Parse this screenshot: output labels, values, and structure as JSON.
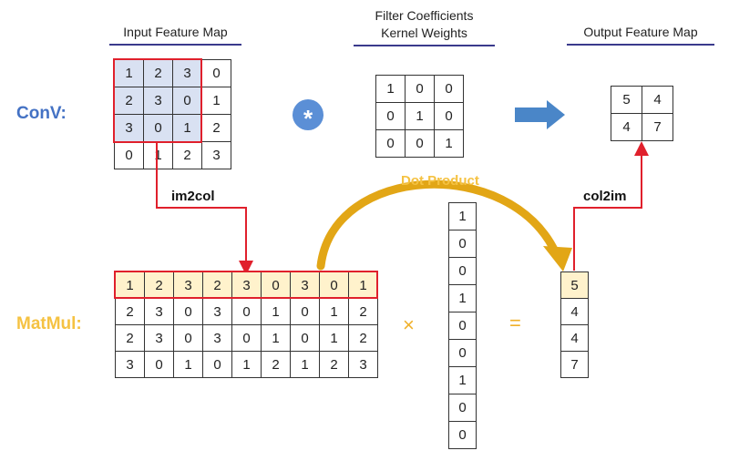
{
  "headings": {
    "input": "Input Feature Map",
    "filter_line1": "Filter Coefficients",
    "filter_line2": "Kernel Weights",
    "output": "Output Feature Map"
  },
  "row_labels": {
    "conv": "ConV:",
    "matmul": "MatMul:"
  },
  "colors": {
    "conv_label": "#4472c4",
    "matmul_label": "#f5c242",
    "red": "#e0202c",
    "highlight_blue": "#d9e1f2",
    "highlight_yellow": "#fff2cc",
    "gold": "#e2a616",
    "arrow_blue": "#4a86c8"
  },
  "input_map": [
    [
      "1",
      "2",
      "3",
      "0"
    ],
    [
      "2",
      "3",
      "0",
      "1"
    ],
    [
      "3",
      "0",
      "1",
      "2"
    ],
    [
      "0",
      "1",
      "2",
      "3"
    ]
  ],
  "kernel": [
    [
      "1",
      "0",
      "0"
    ],
    [
      "0",
      "1",
      "0"
    ],
    [
      "0",
      "0",
      "1"
    ]
  ],
  "output_map": [
    [
      "5",
      "4"
    ],
    [
      "4",
      "7"
    ]
  ],
  "conv_operator_icon": "asterisk-circle-icon",
  "conv_operator": "*",
  "im2col_label": "im2col",
  "col2im_label": "col2im",
  "dot_product_label": "Dot Product",
  "matmul_rows": [
    [
      "1",
      "2",
      "3",
      "2",
      "3",
      "0",
      "3",
      "0",
      "1"
    ],
    [
      "2",
      "3",
      "0",
      "3",
      "0",
      "1",
      "0",
      "1",
      "2"
    ],
    [
      "2",
      "3",
      "0",
      "3",
      "0",
      "1",
      "0",
      "1",
      "2"
    ],
    [
      "3",
      "0",
      "1",
      "0",
      "1",
      "2",
      "1",
      "2",
      "3"
    ]
  ],
  "kernel_column": [
    "1",
    "0",
    "0",
    "1",
    "0",
    "0",
    "1",
    "0",
    "0"
  ],
  "result_column": [
    "5",
    "4",
    "4",
    "7"
  ],
  "times_symbol": "×",
  "equals_symbol": "="
}
